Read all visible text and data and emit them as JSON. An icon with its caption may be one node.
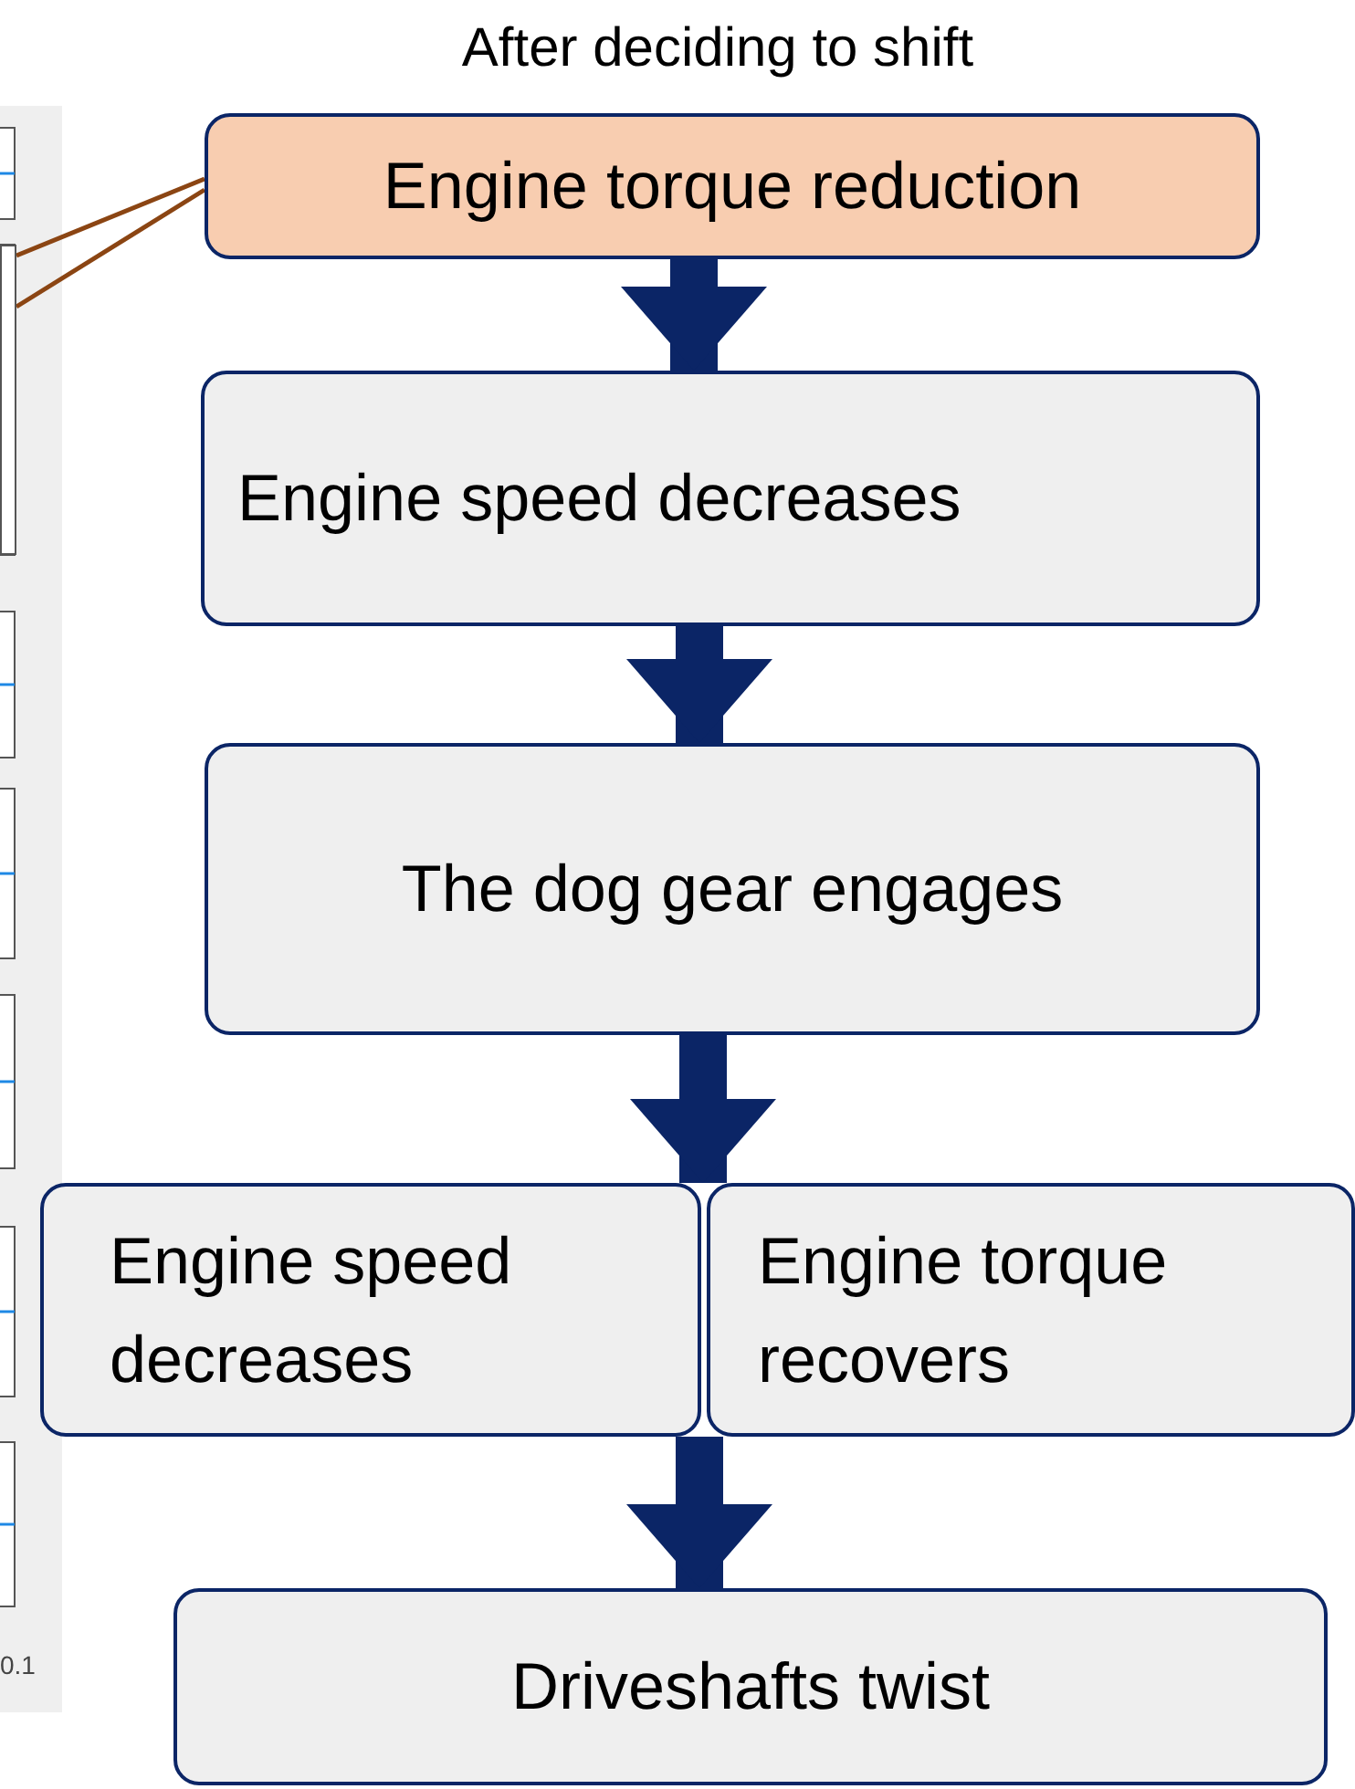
{
  "diagram": {
    "title": "After deciding to shift",
    "nodes": [
      {
        "text": [],
        "shape": "box"
      },
      {
        "text": [
          "Engine torque reduction"
        ]
      },
      {
        "text": [
          "Engine speed decreases"
        ]
      },
      {
        "text": [
          "The dog gear engages"
        ]
      },
      {
        "text": [
          "Engine speed decreases"
        ]
      },
      {
        "text": [
          "Engine torque recovers"
        ]
      },
      {
        "text": [
          "Driveshafts twist"
        ]
      }
    ],
    "edges": [
      {
        "from": 1,
        "to": 0,
        "arrow": "none",
        "color": "#8b4513"
      },
      {
        "from": 1,
        "to": 0,
        "arrow": "none",
        "color": "#8b4513"
      },
      {
        "from": 1,
        "to": 2,
        "arrow": "to"
      },
      {
        "from": 2,
        "to": 3,
        "arrow": "to"
      },
      {
        "from": 3,
        "to": 4,
        "arrow": "to"
      },
      {
        "from": 3,
        "to": 5,
        "arrow": "to"
      },
      {
        "from": 4,
        "to": 6,
        "arrow": "to"
      },
      {
        "from": 5,
        "to": 6,
        "arrow": "to"
      }
    ],
    "labels": [
      "0.1"
    ]
  }
}
